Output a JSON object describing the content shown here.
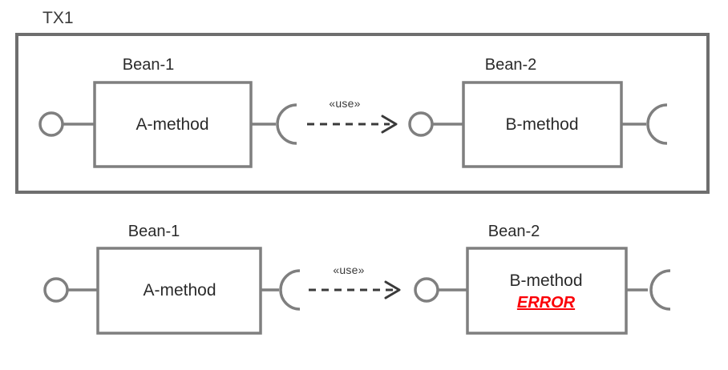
{
  "diagram": {
    "title_label": "TX1",
    "colors": {
      "stroke": "#7f7f7f",
      "container_stroke": "#6e6e6e",
      "text": "#2b2b2b",
      "error_text": "#fb0007",
      "background": "#ffffff"
    }
  },
  "transaction_box": {
    "label": "TX1"
  },
  "rows": [
    {
      "row_name": "in-transaction-row",
      "components": [
        {
          "component_label": "Bean-1",
          "method_label": "A-method",
          "error_label": "",
          "provided_interface": "lollipop-circle",
          "required_interface": "socket-arc"
        },
        {
          "component_label": "Bean-2",
          "method_label": "B-method",
          "error_label": "",
          "provided_interface": "lollipop-circle",
          "required_interface": "socket-arc"
        }
      ],
      "dependency": {
        "stereotype_label": "«use»",
        "style": "dashed-open-arrow"
      }
    },
    {
      "row_name": "error-row",
      "components": [
        {
          "component_label": "Bean-1",
          "method_label": "A-method",
          "error_label": "",
          "provided_interface": "lollipop-circle",
          "required_interface": "socket-arc"
        },
        {
          "component_label": "Bean-2",
          "method_label": "B-method",
          "error_label": "ERROR",
          "provided_interface": "lollipop-circle",
          "required_interface": "socket-arc"
        }
      ],
      "dependency": {
        "stereotype_label": "«use»",
        "style": "dashed-open-arrow"
      }
    }
  ]
}
